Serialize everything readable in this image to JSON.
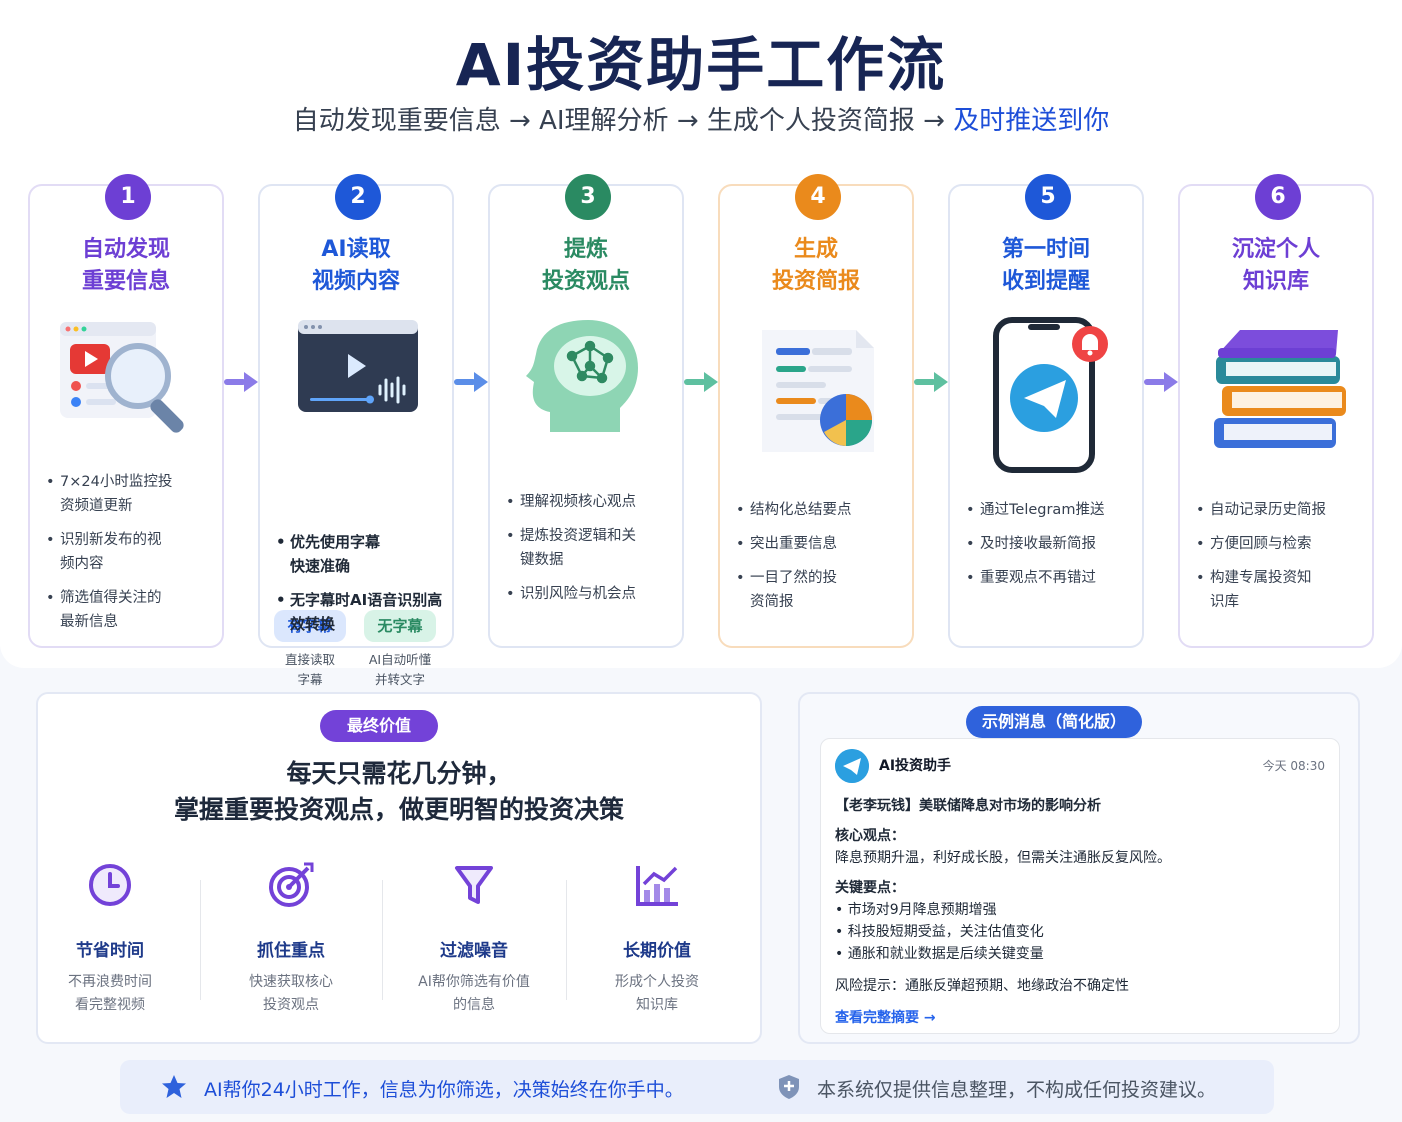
{
  "title": "AI投资助手工作流",
  "subtitle_main": "自动发现重要信息 → AI理解分析 → 生成个人投资简报 → ",
  "subtitle_highlight": "及时推送到你",
  "steps": [
    {
      "num": "1",
      "line1": "自动发现",
      "line2": "重要信息",
      "color": "#6d3fd4",
      "bullets": [
        "7×24小时监控投资频道更新",
        "识别新发布的视频内容",
        "筛选值得关注的最新信息"
      ]
    },
    {
      "num": "2",
      "line1": "AI读取",
      "line2": "视频内容",
      "color": "#1e58d8",
      "tags": [
        "有字幕",
        "无字幕"
      ],
      "tag_descs": [
        "直接读取字幕",
        "AI自动听懂并转文字"
      ],
      "bullets": [
        "优先使用字幕快速准确",
        "无字幕时AI语音识别高效转换"
      ]
    },
    {
      "num": "3",
      "line1": "提炼",
      "line2": "投资观点",
      "color": "#2a8a62",
      "bullets": [
        "理解视频核心观点",
        "提炼投资逻辑和关键数据",
        "识别风险与机会点"
      ]
    },
    {
      "num": "4",
      "line1": "生成",
      "line2": "投资简报",
      "color": "#ea8a1c",
      "bullets": [
        "结构化总结要点",
        "突出重要信息",
        "一目了然的投资简报"
      ]
    },
    {
      "num": "5",
      "line1": "第一时间",
      "line2": "收到提醒",
      "color": "#1e58d8",
      "bullets": [
        "通过Telegram推送",
        "及时接收最新简报",
        "重要观点不再错过"
      ]
    },
    {
      "num": "6",
      "line1": "沉淀个人",
      "line2": "知识库",
      "color": "#6d3fd4",
      "bullets": [
        "自动记录历史简报",
        "方便回顾与检索",
        "构建专属投资知识库"
      ]
    }
  ],
  "value": {
    "pill": "最终价值",
    "line1": "每天只需花几分钟，",
    "line2": "掌握重要投资观点，做更明智的投资决策",
    "features": [
      {
        "title": "节省时间",
        "desc1": "不再浪费时间",
        "desc2": "看完整视频",
        "icon": "clock-icon"
      },
      {
        "title": "抓住重点",
        "desc1": "快速获取核心",
        "desc2": "投资观点",
        "icon": "target-icon"
      },
      {
        "title": "过滤噪音",
        "desc1": "AI帮你筛选有价值",
        "desc2": "的信息",
        "icon": "filter-icon"
      },
      {
        "title": "长期价值",
        "desc1": "形成个人投资",
        "desc2": "知识库",
        "icon": "chart-icon"
      }
    ]
  },
  "message": {
    "pill": "示例消息（简化版）",
    "sender": "AI投资助手",
    "time": "今天 08:30",
    "headline": "【老李玩钱】美联储降息对市场的影响分析",
    "core_label": "核心观点：",
    "core_text": "降息预期升温，利好成长股，但需关注通胀反复风险。",
    "key_label": "关键要点：",
    "key_points": [
      "• 市场对9月降息预期增强",
      "• 科技股短期受益，关注估值变化",
      "• 通胀和就业数据是后续关键变量"
    ],
    "risk": "风险提示：通胀反弹超预期、地缘政治不确定性",
    "link": "查看完整摘要 →"
  },
  "footer": {
    "left": "AI帮你24小时工作，信息为你筛选，决策始终在你手中。",
    "right": "本系统仅提供信息整理，不构成任何投资建议。"
  }
}
